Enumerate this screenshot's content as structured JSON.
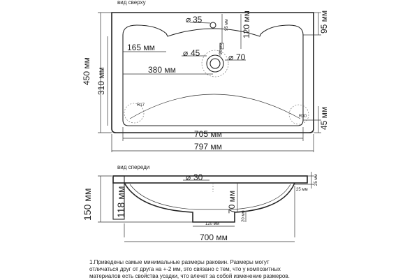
{
  "views": {
    "top_title": "вид сверху",
    "front_title": "вид спереди"
  },
  "top_dims": {
    "d35": "35",
    "d45": "45",
    "d70": "70",
    "w165": "165 мм",
    "w380": "380 мм",
    "w705": "705 мм",
    "w797": "797 мм",
    "h450": "450 мм",
    "h310": "310 мм",
    "h120": "120 мм",
    "h95": "95 мм",
    "h45": "45 мм",
    "s95": "95 мм",
    "s20": "20 мм",
    "r17": "R17",
    "r30": "R30"
  },
  "front_dims": {
    "d30": "30",
    "h150": "150 мм",
    "h118": "118 мм",
    "h70": "70 мм",
    "w700": "700 мм",
    "w120": "120 мм",
    "s20": "20 мм",
    "s25a": "25 мм",
    "s25b": "25 мм"
  },
  "note": {
    "line1": "1.Приведены самые минимальные размеры раковин. Размеры могут",
    "line2": "отличаться друг от друга на +-2 мм, это связано с тем, что у композитных",
    "line3": "материалов есть свойства усадки, что влечет за собой изменение размеров."
  }
}
